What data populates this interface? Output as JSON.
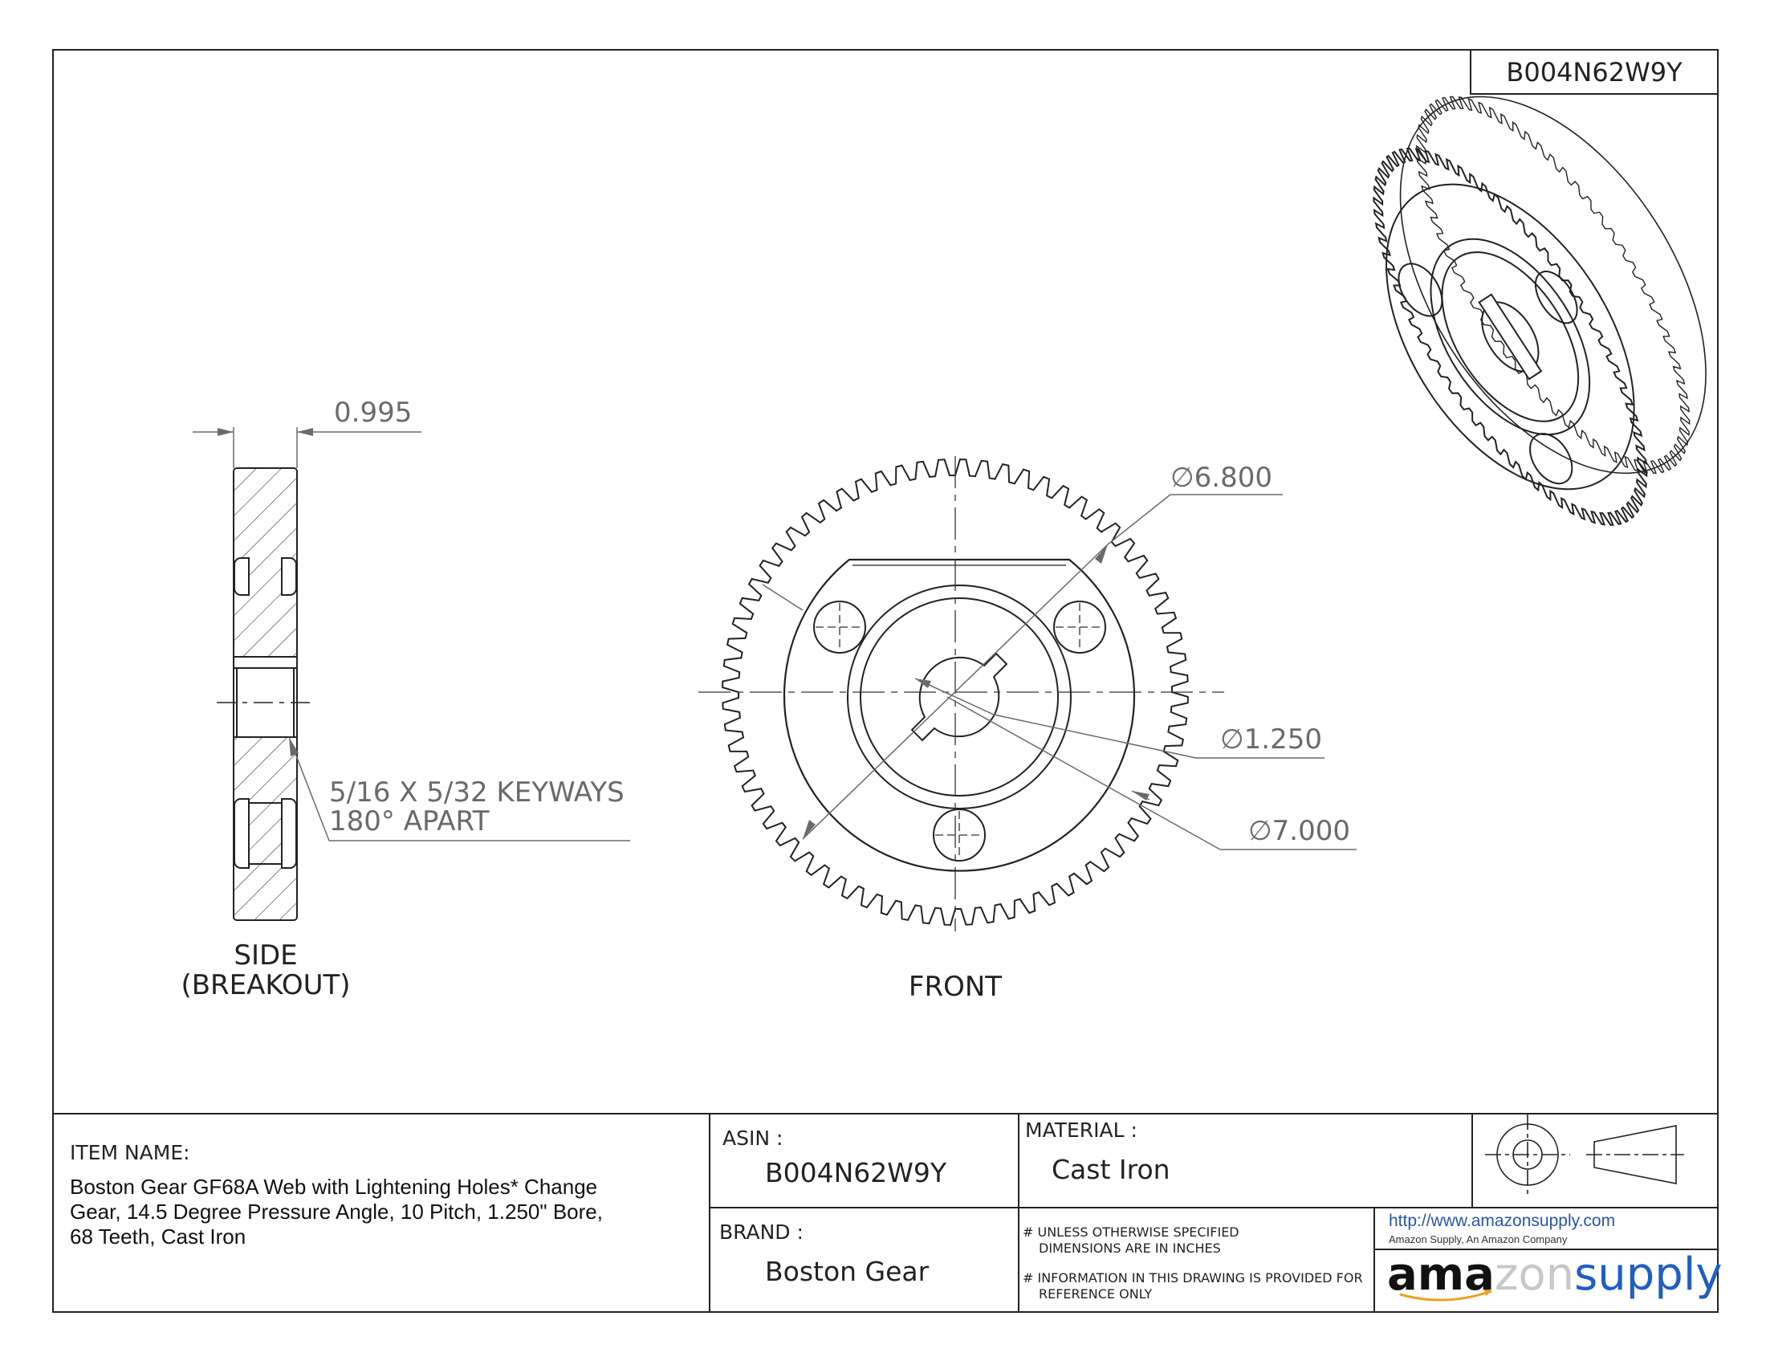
{
  "asin_box": "B004N62W9Y",
  "dimensions": {
    "width": "0.995",
    "outer_diameter": "6.800",
    "bore": "1.250",
    "pitch_diameter": "7.000",
    "diameter_symbol": "∅",
    "keyway_note_line1": "5/16 X 5/32 KEYWAYS",
    "keyway_note_line2": "180° APART"
  },
  "views": {
    "side_line1": "SIDE",
    "side_line2": "(BREAKOUT)",
    "front": "FRONT"
  },
  "title_block": {
    "item_name_label": "ITEM NAME:",
    "item_name_value": "Boston Gear GF68A Web with Lightening Holes* Change Gear, 14.5 Degree Pressure Angle, 10 Pitch, 1.250\" Bore, 68 Teeth, Cast Iron",
    "asin_label": "ASIN :",
    "asin_value": "B004N62W9Y",
    "brand_label": "BRAND :",
    "brand_value": "Boston Gear",
    "material_label": "MATERIAL :",
    "material_value": "Cast Iron",
    "note1_line1": "# UNLESS OTHERWISE SPECIFIED",
    "note1_line2": "DIMENSIONS ARE IN INCHES",
    "note2_line1": "# INFORMATION IN THIS DRAWING IS PROVIDED FOR",
    "note2_line2": "REFERENCE ONLY",
    "url": "http://www.amazonsupply.com",
    "url_sub": "Amazon Supply, An Amazon Company",
    "logo_part1": "ama",
    "logo_part2": "zon",
    "logo_part3": "supply"
  },
  "colors": {
    "line": "#222222",
    "dimension": "#6a6a6a",
    "url": "#2a56a8",
    "logo_blue": "#1f5fc4"
  }
}
